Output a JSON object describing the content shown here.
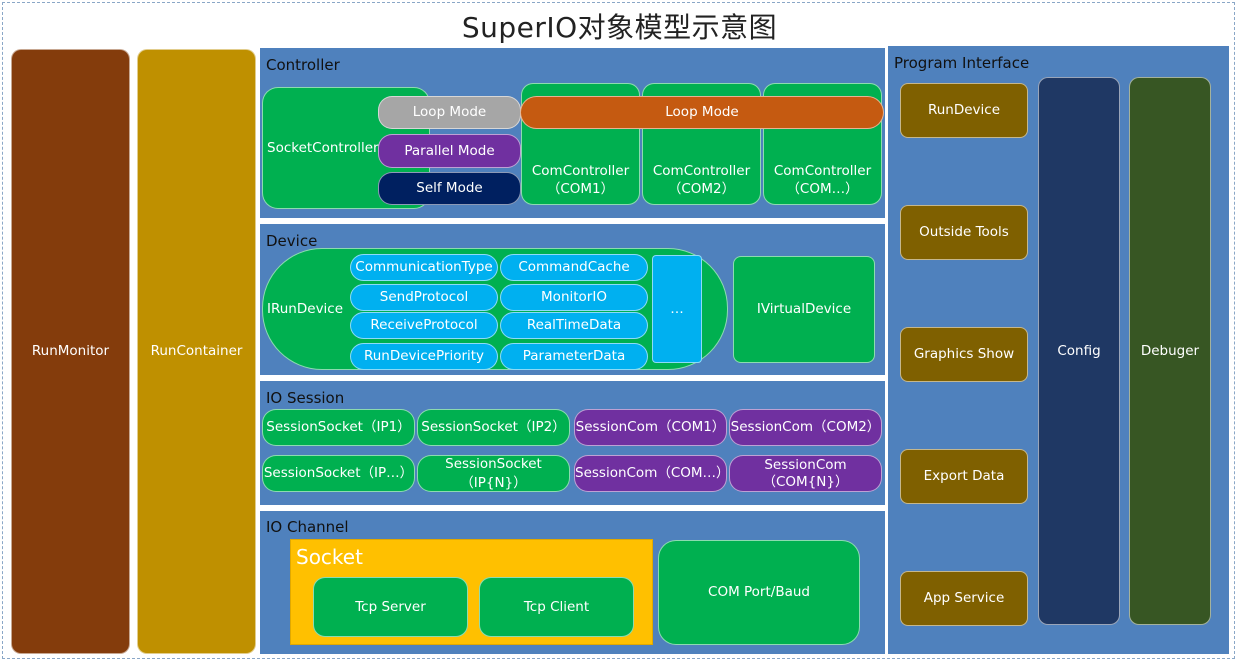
{
  "title": "SuperIO对象模型示意图",
  "left_columns": {
    "run_monitor": "RunMonitor",
    "run_container": "RunContainer"
  },
  "controller": {
    "label": "Controller",
    "socket_controller": "SocketController",
    "modes": {
      "loop": "Loop Mode",
      "parallel": "Parallel Mode",
      "self": "Self Mode"
    },
    "com_loop": "Loop Mode",
    "com_controllers": [
      {
        "line1": "ComController",
        "line2": "（COM1）"
      },
      {
        "line1": "ComController",
        "line2": "（COM2）"
      },
      {
        "line1": "ComController",
        "line2": "（COM…）"
      }
    ]
  },
  "device": {
    "label": "Device",
    "irundevice": "IRunDevice",
    "left_items": [
      "CommunicationType",
      "SendProtocol",
      "ReceiveProtocol",
      "RunDevicePriority"
    ],
    "right_items": [
      "CommandCache",
      "MonitorIO",
      "RealTimeData",
      "ParameterData"
    ],
    "ellipsis": "…",
    "ivirtual": "IVirtualDevice"
  },
  "io_session": {
    "label": "IO Session",
    "row1": [
      "SessionSocket（IP1）",
      "SessionSocket（IP2）",
      "SessionCom（COM1）",
      "SessionCom（COM2）"
    ],
    "row2": [
      "SessionSocket（IP…）",
      "SessionSocket（IP{N}）",
      "SessionCom（COM…）",
      "SessionCom\n（COM{N}）"
    ]
  },
  "io_channel": {
    "label": "IO Channel",
    "socket_label": "Socket",
    "tcp_server": "Tcp Server",
    "tcp_client": "Tcp Client",
    "com_port": "COM Port/Baud"
  },
  "program_interface": {
    "label": "Program Interface",
    "items": [
      "RunDevice",
      "Outside Tools",
      "Graphics Show",
      "Export Data",
      "App Service"
    ],
    "config": "Config",
    "debuger": "Debuger"
  },
  "colors": {
    "panel": "#4f81bd",
    "green": "#00b050",
    "cyan": "#00b0f0",
    "purple": "#7030a0",
    "gray": "#a6a6a6",
    "orange": "#c55a11",
    "navy": "#002060",
    "olive": "#7f6000",
    "run_monitor": "#843c0c",
    "run_container": "#bf9000",
    "config": "#1f3864",
    "debuger": "#375623",
    "socket_bg": "#ffc000"
  }
}
